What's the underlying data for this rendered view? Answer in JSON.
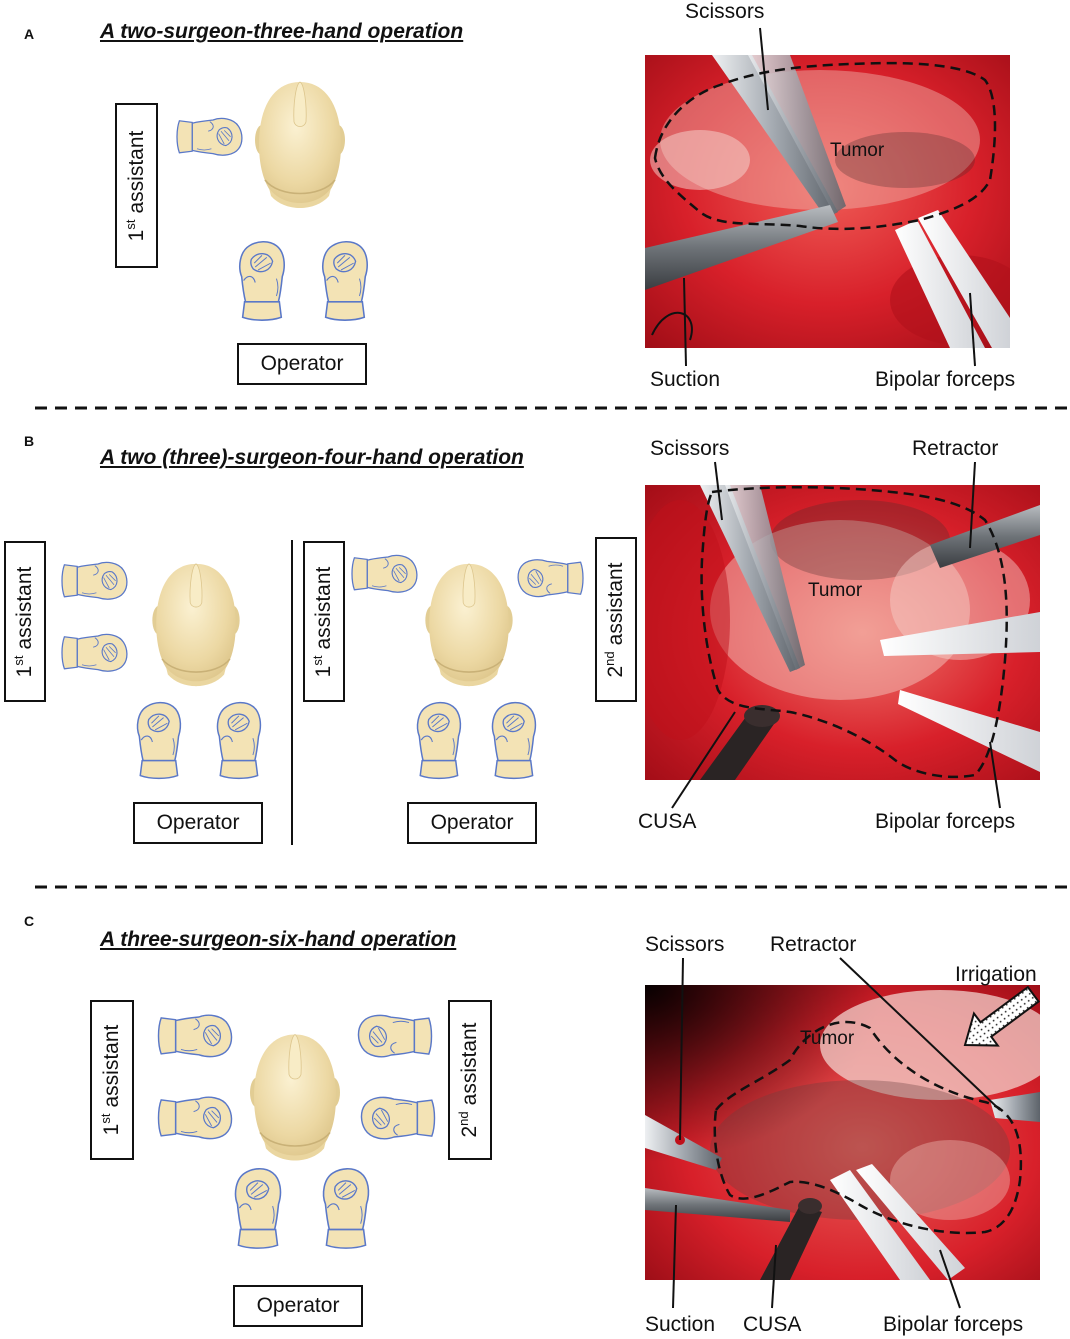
{
  "figure": {
    "panel_a": {
      "letter": "A",
      "title": "A two-surgeon-three-hand operation",
      "assistant_1": {
        "num": "1",
        "sup": "st",
        "word": "assistant"
      },
      "operator": "Operator",
      "photo": {
        "tumor": "Tumor",
        "scissors": "Scissors",
        "suction": "Suction",
        "bipolar_forceps": "Bipolar forceps"
      }
    },
    "panel_b": {
      "letter": "B",
      "title": "A two (three)-surgeon-four-hand operation",
      "left_setup": {
        "assistant_1": {
          "num": "1",
          "sup": "st",
          "word": "assistant"
        },
        "operator": "Operator"
      },
      "right_setup": {
        "assistant_1": {
          "num": "1",
          "sup": "st",
          "word": "assistant"
        },
        "assistant_2": {
          "num": "2",
          "sup": "nd",
          "word": "assistant"
        },
        "operator": "Operator"
      },
      "photo": {
        "tumor": "Tumor",
        "scissors": "Scissors",
        "retractor": "Retractor",
        "cusa": "CUSA",
        "bipolar_forceps": "Bipolar forceps"
      }
    },
    "panel_c": {
      "letter": "C",
      "title": "A three-surgeon-six-hand operation",
      "assistant_1": {
        "num": "1",
        "sup": "st",
        "word": "assistant"
      },
      "assistant_2": {
        "num": "2",
        "sup": "nd",
        "word": "assistant"
      },
      "operator": "Operator",
      "photo": {
        "tumor": "Tumor",
        "scissors": "Scissors",
        "retractor": "Retractor",
        "irrigation": "Irrigation",
        "suction": "Suction",
        "cusa": "CUSA",
        "bipolar_forceps": "Bipolar forceps"
      }
    },
    "colors": {
      "skin": "#f3e3b5",
      "hand_outline": "#5a78c8",
      "tissue": "#d8202a",
      "outline": "#111111"
    }
  }
}
